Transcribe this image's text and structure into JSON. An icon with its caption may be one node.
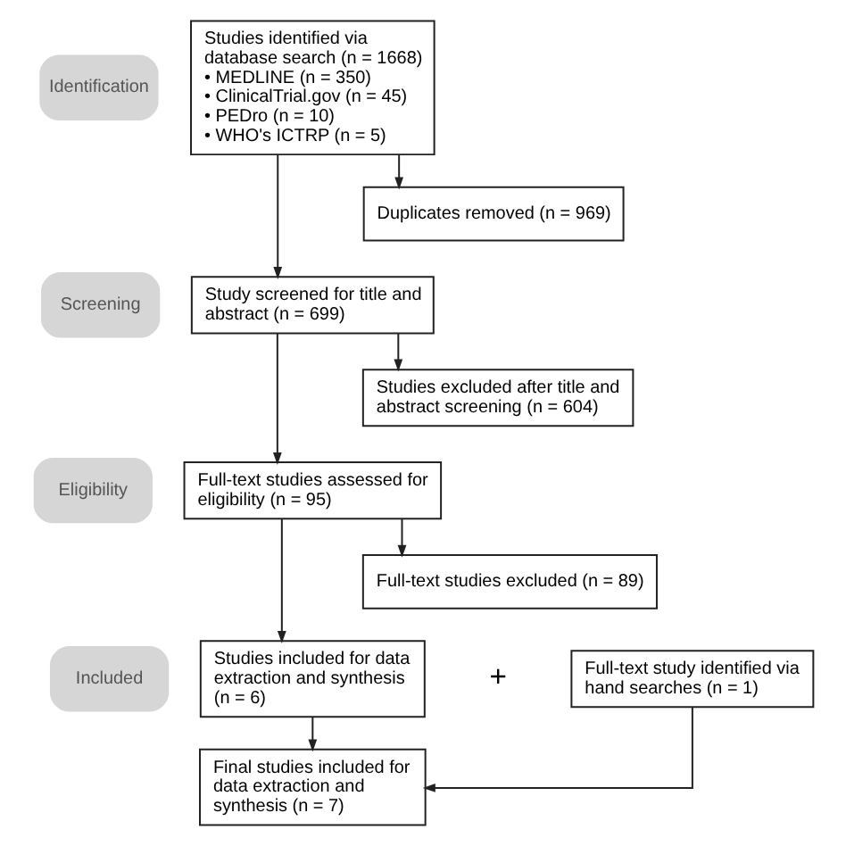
{
  "diagram": {
    "nodes": [
      {
        "text": [
          "Identification"
        ]
      },
      {
        "text": [
          "Studies identified via database search (n = 1668)",
          "• MEDLINE (n = 350)",
          "• ClinicalTrial.gov (n = 45)",
          "• PEDro (n = 10)",
          "• WHO's ICTRP (n = 5)"
        ]
      },
      {
        "text": [
          "Duplicates removed (n = 969)"
        ]
      },
      {
        "text": [
          "Screening"
        ]
      },
      {
        "text": [
          "Study screened for title and abstract (n = 699)"
        ]
      },
      {
        "text": [
          "Studies excluded after title and abstract screening (n = 604)"
        ]
      },
      {
        "text": [
          "Eligibility"
        ]
      },
      {
        "text": [
          "Full-text studies assessed for eligibility (n = 95)"
        ]
      },
      {
        "text": [
          "Full-text studies excluded (n = 89)"
        ]
      },
      {
        "text": [
          "Included"
        ]
      },
      {
        "text": [
          "Studies included for data extraction and synthesis (n = 6)"
        ]
      },
      {
        "text": [
          "Full-text study identified via hand searches (n = 1)"
        ]
      },
      {
        "text": [
          "Final studies included for data extraction and synthesis (n = 7)"
        ]
      }
    ],
    "edges": [
      {
        "from": 1,
        "to": 4,
        "arrow": "to"
      },
      {
        "from": 1,
        "to": 2,
        "arrow": "to"
      },
      {
        "from": 4,
        "to": 7,
        "arrow": "to"
      },
      {
        "from": 4,
        "to": 5,
        "arrow": "to"
      },
      {
        "from": 7,
        "to": 10,
        "arrow": "to"
      },
      {
        "from": 7,
        "to": 8,
        "arrow": "to"
      },
      {
        "from": 10,
        "to": 12,
        "arrow": "to"
      },
      {
        "from": 11,
        "to": 12,
        "arrow": "to"
      }
    ],
    "labels": [
      "+"
    ]
  }
}
